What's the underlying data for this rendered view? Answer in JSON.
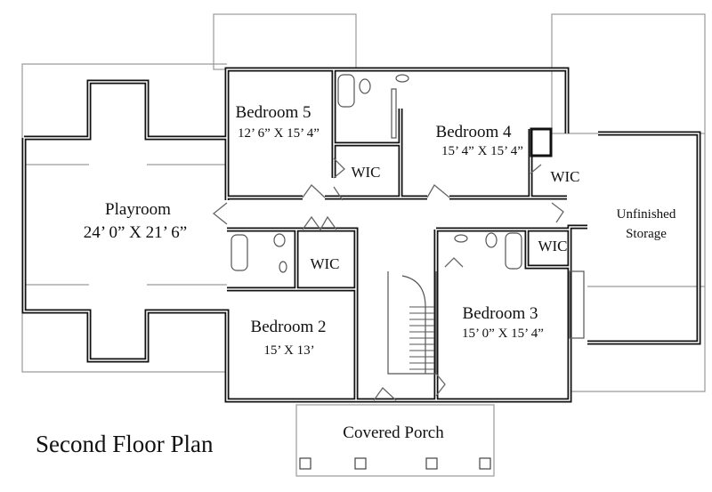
{
  "title": "Second Floor Plan",
  "rooms": {
    "playroom": {
      "name": "Playroom",
      "dims": "24’ 0” X 21’ 6”"
    },
    "bedroom5": {
      "name": "Bedroom 5",
      "dims": "12’ 6” X 15’ 4”"
    },
    "bedroom4": {
      "name": "Bedroom 4",
      "dims": "15’ 4” X 15’ 4”"
    },
    "bedroom2": {
      "name": "Bedroom 2",
      "dims": "15’ X 13’"
    },
    "bedroom3": {
      "name": "Bedroom 3",
      "dims": "15’ 0” X 15’ 4”"
    },
    "storage": {
      "name": "Unfinished Storage",
      "line1": "Unfinished",
      "line2": "Storage"
    },
    "porch": {
      "name": "Covered Porch"
    },
    "wic": "WIC"
  },
  "colors": {
    "wall": "#111111",
    "outline": "#9a9a9a"
  }
}
